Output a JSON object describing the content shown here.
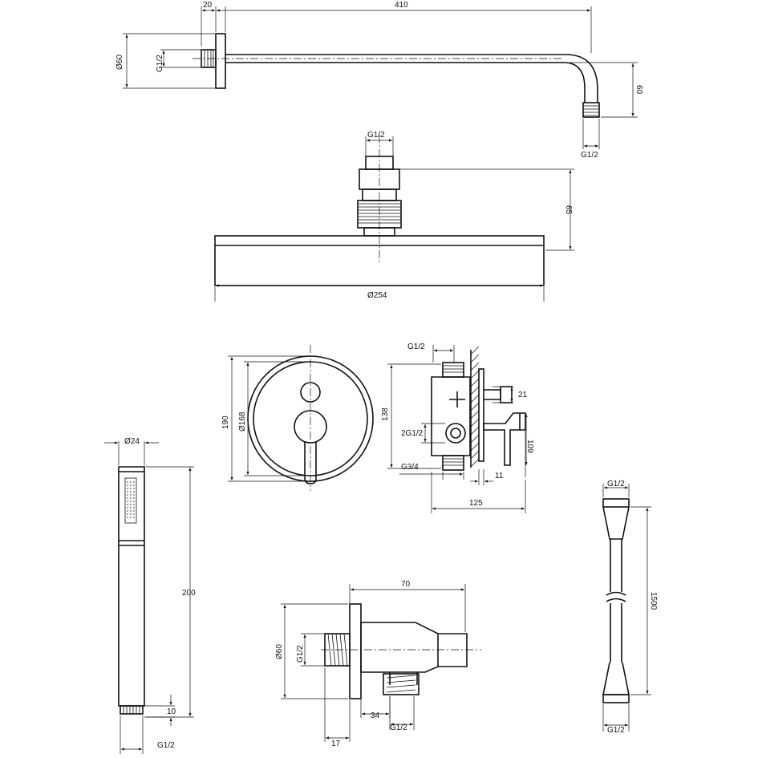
{
  "shower_arm": {
    "dim_flange_thickness": "20",
    "dim_arm_length": "410",
    "dim_flange_diameter": "Ø60",
    "dim_wall_thread": "G1/2",
    "dim_drop_height": "60",
    "dim_outlet_thread": "G1/2"
  },
  "shower_head": {
    "dim_inlet_thread": "G1/2",
    "dim_height": "65",
    "dim_diameter": "Ø254"
  },
  "mixer_front": {
    "dim_plate_diameter": "190",
    "dim_inner_diameter": "Ø168"
  },
  "mixer_side": {
    "dim_top_thread": "G1/2",
    "dim_body_height": "138",
    "dim_outlets_thread": "2G1/2",
    "dim_inlet_thread": "G3/4",
    "dim_stem": "21",
    "dim_handle_height": "109",
    "dim_plate_offset": "11",
    "dim_depth": "125"
  },
  "hand_shower": {
    "dim_diameter": "Ø24",
    "dim_length": "200",
    "dim_thread_length": "10",
    "dim_thread": "G1/2"
  },
  "wall_outlet": {
    "dim_projection": "70",
    "dim_flange_diameter": "Ø60",
    "dim_wall_thread": "G1/2",
    "dim_outlet_offset": "34",
    "dim_outlet_thread": "G1/2",
    "dim_flange_depth": "17"
  },
  "hose": {
    "dim_top_thread": "G1/2",
    "dim_length": "1500",
    "dim_bottom_thread": "G1/2"
  }
}
